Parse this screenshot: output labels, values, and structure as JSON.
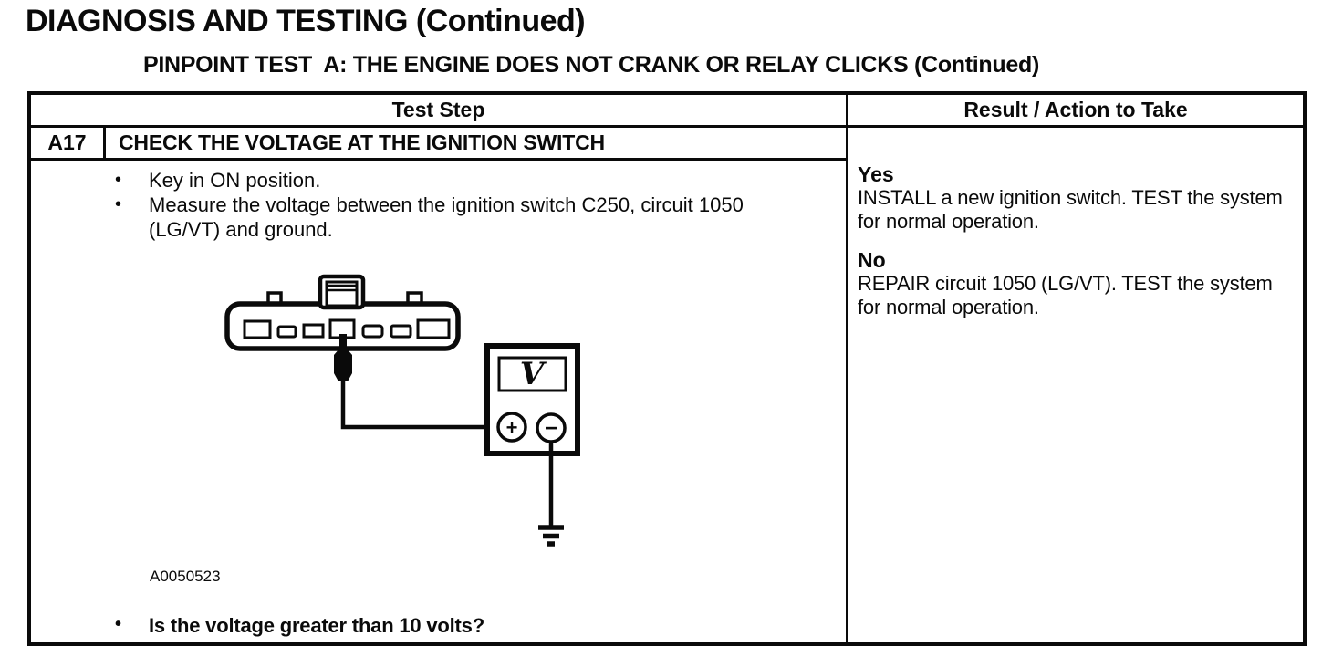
{
  "page": {
    "title": "DIAGNOSIS AND TESTING (Continued)",
    "subtitle": "PINPOINT TEST  A: THE ENGINE DOES NOT CRANK OR RELAY CLICKS (Continued)"
  },
  "ui": {
    "bullet_char": "•"
  },
  "table": {
    "header": {
      "test_step": "Test Step",
      "result_action": "Result / Action to Take"
    },
    "step": {
      "id": "A17",
      "title": "CHECK THE VOLTAGE AT THE IGNITION SWITCH",
      "bullets": [
        "Key in ON position.",
        "Measure the voltage between the ignition switch C250, circuit 1050 (LG/VT) and ground."
      ],
      "figure_label": "A0050523",
      "question": "Is the voltage greater than 10 volts?"
    },
    "results": {
      "yes_label": "Yes",
      "yes_action": "INSTALL a new ignition switch. TEST the system for normal operation.",
      "no_label": "No",
      "no_action": "REPAIR circuit 1050 (LG/VT). TEST the system for normal operation."
    }
  },
  "diagram": {
    "meter_label": "V",
    "positive_label": "+",
    "negative_label": "−",
    "ink_color": "#0a0a0a",
    "paper_color": "#ffffff"
  }
}
